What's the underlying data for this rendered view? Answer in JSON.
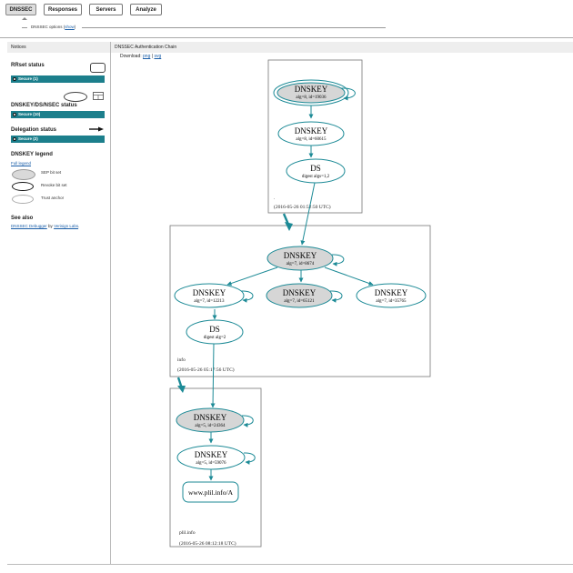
{
  "tabs": [
    {
      "label": "DNSSEC",
      "active": true
    },
    {
      "label": "Responses",
      "active": false
    },
    {
      "label": "Servers",
      "active": false
    },
    {
      "label": "Analyze",
      "active": false
    }
  ],
  "options": {
    "label": "DNSSEC options",
    "toggle": "show"
  },
  "sidebar": {
    "heading": "Notices",
    "rrset_title": "RRset status",
    "rrset_status": "Secure (1)",
    "dnskey_title": "DNSKEY/DS/NSEC status",
    "dnskey_status": "Secure (10)",
    "delegation_title": "Delegation status",
    "delegation_status": "Secure (2)",
    "legend_title": "DNSKEY legend",
    "full_legend": "Full legend",
    "legend_items": [
      "SEP bit set",
      "Revoke bit set",
      "Trust anchor"
    ],
    "see_also_title": "See also",
    "see_also_link": "DNSSEC Debugger",
    "see_also_by": "by",
    "see_also_org": "Verisign Labs",
    "see_also_end": ".",
    "status_color": "#1c7f8c"
  },
  "main": {
    "heading": "DNSSEC Authentication Chain",
    "download_label": "Download:",
    "png": "png",
    "sep": "|",
    "svg": "svg"
  },
  "graph": {
    "edge_color": "#1c8a96",
    "zones": [
      {
        "name": ".",
        "timestamp": "(2016-05-26 01:52:50 UTC)"
      },
      {
        "name": "info",
        "timestamp": "(2016-05-26 05:17:56 UTC)"
      },
      {
        "name": "plil.info",
        "timestamp": "(2016-05-26 08:12:18 UTC)"
      }
    ],
    "nodes": [
      {
        "title": "DNSKEY",
        "sub": "alg=8, id=19036"
      },
      {
        "title": "DNSKEY",
        "sub": "alg=8, id=60615"
      },
      {
        "title": "DS",
        "sub": "digest algs=1,2"
      },
      {
        "title": "DNSKEY",
        "sub": "alg=7, id=8674"
      },
      {
        "title": "DNSKEY",
        "sub": "alg=7, id=12213"
      },
      {
        "title": "DNSKEY",
        "sub": "alg=7, id=65121"
      },
      {
        "title": "DNSKEY",
        "sub": "alg=7, id=35765"
      },
      {
        "title": "DS",
        "sub": "digest alg=2"
      },
      {
        "title": "DNSKEY",
        "sub": "alg=5, id=24364"
      },
      {
        "title": "DNSKEY",
        "sub": "alg=5, id=59076"
      },
      {
        "title": "www.plil.info/A",
        "sub": ""
      }
    ]
  }
}
